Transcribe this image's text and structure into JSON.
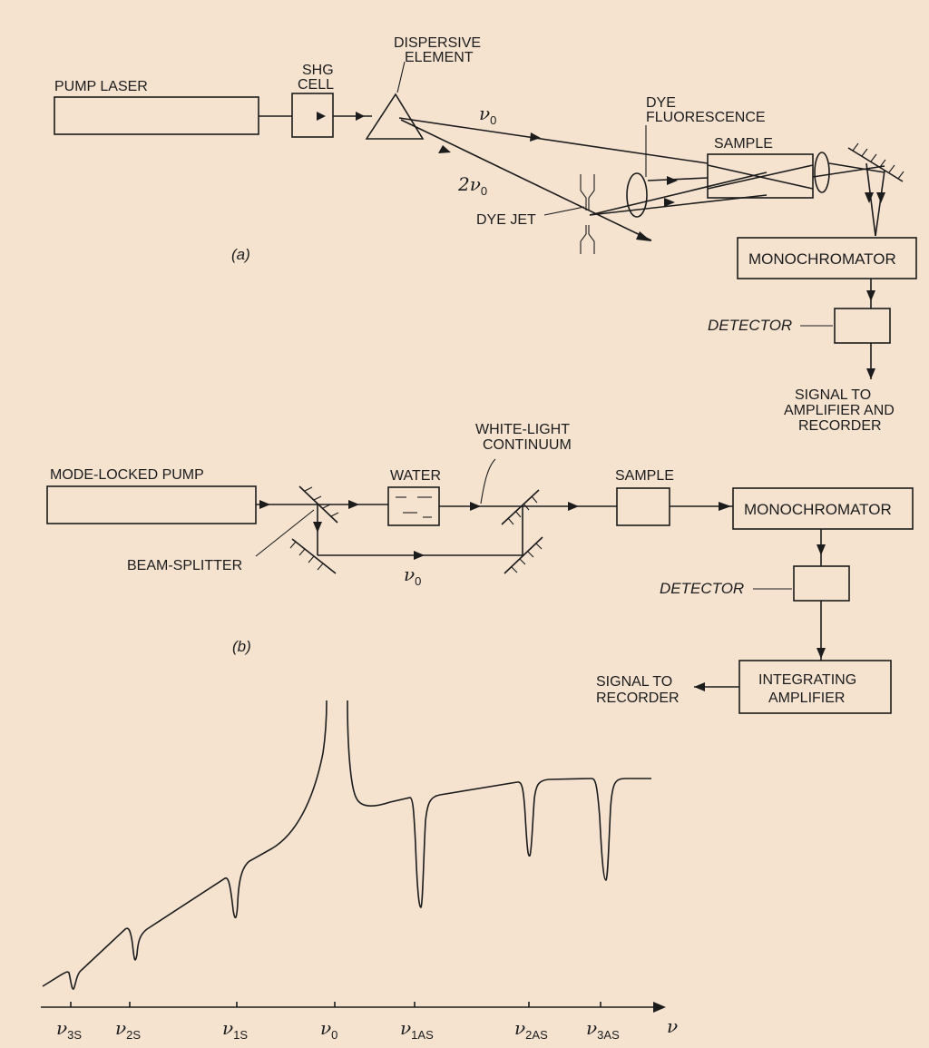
{
  "part_a": {
    "pump_laser": "PUMP LASER",
    "shg_cell_line1": "SHG",
    "shg_cell_line2": "CELL",
    "dispersive_line1": "DISPERSIVE",
    "dispersive_line2": "ELEMENT",
    "dye_fluor_line1": "DYE",
    "dye_fluor_line2": "FLUORESCENCE",
    "sample": "SAMPLE",
    "beam_nu0": "ν",
    "beam_nu0_sub": "0",
    "beam_2nu0": "2ν",
    "beam_2nu0_sub": "0",
    "dye_jet": "DYE JET",
    "panel_label": "(a)",
    "monochromator": "MONOCHROMATOR",
    "detector": "DETECTOR",
    "signal_line1": "SIGNAL TO",
    "signal_line2": "AMPLIFIER AND",
    "signal_line3": "RECORDER"
  },
  "part_b": {
    "mode_locked_pump": "MODE-LOCKED PUMP",
    "beam_splitter": "BEAM-SPLITTER",
    "water": "WATER",
    "continuum_line1": "WHITE-LIGHT",
    "continuum_line2": "CONTINUUM",
    "sample": "SAMPLE",
    "monochromator": "MONOCHROMATOR",
    "beam_nu0": "ν",
    "beam_nu0_sub": "0",
    "detector": "DETECTOR",
    "panel_label": "(b)",
    "integrating_line1": "INTEGRATING",
    "integrating_line2": "AMPLIFIER",
    "signal_line1": "SIGNAL TO",
    "signal_line2": "RECORDER"
  },
  "spectrum": {
    "axis_symbol": "ν",
    "ticks": [
      {
        "sym": "ν",
        "sub": "3S"
      },
      {
        "sym": "ν",
        "sub": "2S"
      },
      {
        "sym": "ν",
        "sub": "1S"
      },
      {
        "sym": "ν",
        "sub": "0"
      },
      {
        "sym": "ν",
        "sub": "1AS"
      },
      {
        "sym": "ν",
        "sub": "2AS"
      },
      {
        "sym": "ν",
        "sub": "3AS"
      }
    ]
  }
}
